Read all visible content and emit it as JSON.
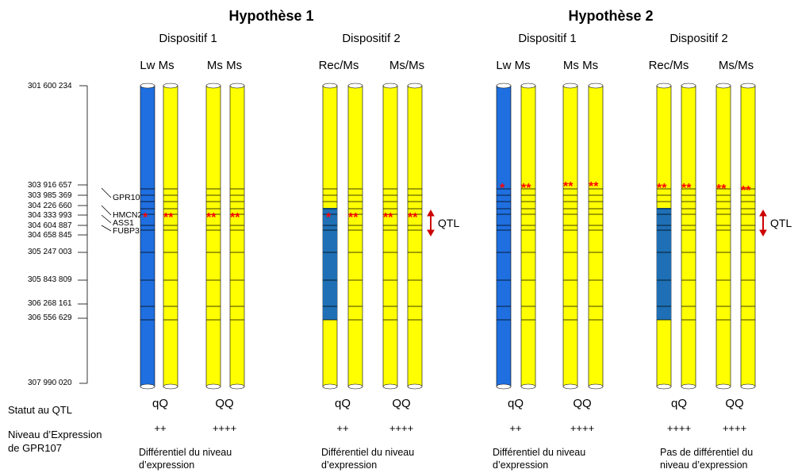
{
  "titles": {
    "hypothesis1": "Hypothèse 1",
    "hypothesis2": "Hypothèse 2"
  },
  "devices": {
    "h1_d1": "Dispositif 1",
    "h1_d2": "Dispositif 2",
    "h2_d1": "Dispositif 1",
    "h2_d2": "Dispositif 2"
  },
  "genotypes": {
    "h1_d1_a": "Lw Ms",
    "h1_d1_b": "Ms Ms",
    "h1_d2_a": "Rec/Ms",
    "h1_d2_b": "Ms/Ms",
    "h2_d1_a": "Lw Ms",
    "h2_d1_b": "Ms Ms",
    "h2_d2_a": "Rec/Ms",
    "h2_d2_b": "Ms/Ms"
  },
  "scale": {
    "top": "301 600 234",
    "bottom": "307 990 020",
    "m1": "303 916 657",
    "m2": "303 985 369",
    "m3": "304 226 660",
    "m4": "304 333 993",
    "m5": "304 604 887",
    "m6": "304 658 845",
    "m7": "305 247 003",
    "m8": "305 843 809",
    "m9": "306 268 161",
    "m10": "306 556 629"
  },
  "genes": {
    "g1": "GPR107",
    "g2": "HMCN2",
    "g3": "ASS1",
    "g4": "FUBP3"
  },
  "qtl_label": "QTL",
  "star_single": "*",
  "star_double": "**",
  "row_labels": {
    "status": "Statut au QTL",
    "expression_l1": "Niveau d’Expression",
    "expression_l2": "de GPR107"
  },
  "status": {
    "h1_d1_a": "qQ",
    "h1_d1_b": "QQ",
    "h1_d2_a": "qQ",
    "h1_d2_b": "QQ",
    "h2_d1_a": "qQ",
    "h2_d1_b": "QQ",
    "h2_d2_a": "qQ",
    "h2_d2_b": "QQ"
  },
  "expression": {
    "h1_d1_a": "++",
    "h1_d1_b": "++++",
    "h1_d2_a": "++",
    "h1_d2_b": "++++",
    "h2_d1_a": "++",
    "h2_d1_b": "++++",
    "h2_d2_a": "++++",
    "h2_d2_b": "++++"
  },
  "notes": {
    "h1_d1_l1": "Différentiel du niveau",
    "h1_d1_l2": "d’expression",
    "h1_d2_l1": "Différentiel du niveau",
    "h1_d2_l2": "d’expression",
    "h2_d1_l1": "Différentiel du niveau",
    "h2_d1_l2": "d’expression",
    "h2_d2_l1": "Pas de différentiel du",
    "h2_d2_l2": "niveau d’expression"
  },
  "colors": {
    "yellow": "#ffff00",
    "blue_lw": "#1f6fe0",
    "blue_rec": "#1e6fb5",
    "star": "#ff0000",
    "arrow": "#cc0000"
  }
}
